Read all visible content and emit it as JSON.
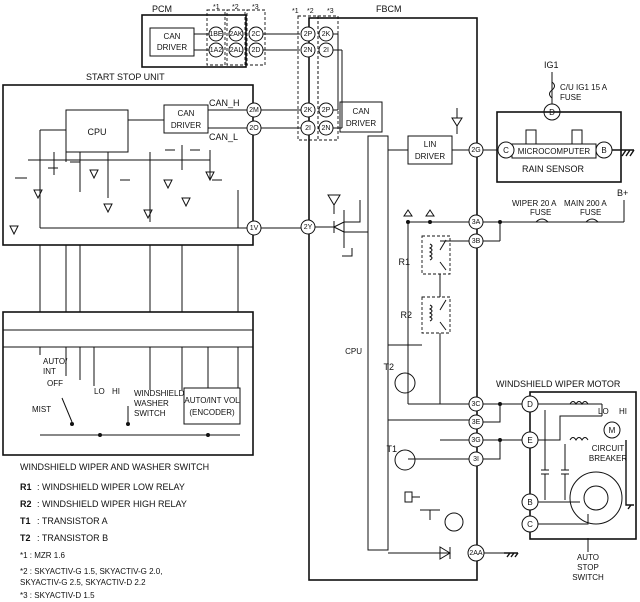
{
  "modules": {
    "pcm": "PCM",
    "fbcm": "FBCM",
    "start_stop_unit": "START STOP UNIT",
    "wiper_washer_switch": "WINDSHIELD WIPER AND WASHER SWITCH",
    "wiper_motor": "WINDSHIELD WIPER MOTOR",
    "rain_sensor": "RAIN SENSOR",
    "microcomputer": "MICROCOMPUTER"
  },
  "blocks": {
    "can_driver": [
      "CAN",
      "DRIVER"
    ],
    "lin_driver": [
      "LIN",
      "DRIVER"
    ],
    "cpu": "CPU",
    "encoder": [
      "AUTO/INT VOL",
      "(ENCODER)"
    ],
    "washer_switch": [
      "WINDSHIELD",
      "WASHER",
      "SWITCH"
    ],
    "circuit_breaker": [
      "CIRCUIT",
      "BREAKER"
    ],
    "auto_stop_switch": [
      "AUTO",
      "STOP",
      "SWITCH"
    ]
  },
  "signals": {
    "can_h": "CAN_H",
    "can_l": "CAN_L"
  },
  "power": {
    "ig1": "IG1",
    "ig1_fuse": [
      "C/U IG1 15 A",
      "FUSE"
    ],
    "b_plus": "B+",
    "wiper_fuse": [
      "WIPER 20 A",
      "FUSE"
    ],
    "main_fuse": [
      "MAIN 200 A",
      "FUSE"
    ]
  },
  "switch_positions": {
    "auto_int": [
      "AUTO/",
      "INT"
    ],
    "off": "OFF",
    "lo": "LO",
    "hi": "HI",
    "mist": "MIST"
  },
  "motor_labels": {
    "lo": "LO",
    "hi": "HI",
    "m": "M"
  },
  "markers": {
    "star1": "*1",
    "star2": "*2",
    "star3": "*3"
  },
  "pins": {
    "pcm_left": [
      "1BE",
      "1A2"
    ],
    "pcm_right": [
      "2AK",
      "2AL"
    ],
    "pcm_out": [
      "2C",
      "2D"
    ],
    "fbcm_top": [
      "2P",
      "2K",
      "2N",
      "2I"
    ],
    "fbcm_mid": [
      "2K",
      "2P",
      "2I",
      "2N"
    ],
    "ssu_can": [
      "2M",
      "2O"
    ],
    "ssu_1v": "1V",
    "fbcm_2y": "2Y",
    "fbcm_2g": "2G",
    "fbcm_3a": "3A",
    "fbcm_3b": "3B",
    "fbcm_3c": "3C",
    "fbcm_3e": "3E",
    "fbcm_3g": "3G",
    "fbcm_3i": "3I",
    "fbcm_2aa": "2AA",
    "rain_c": "C",
    "rain_d": "D",
    "rain_b": "B",
    "motor_d": "D",
    "motor_e": "E",
    "motor_b": "B",
    "motor_c": "C"
  },
  "components": {
    "r1": "R1",
    "r2": "R2",
    "t1": "T1",
    "t2": "T2"
  },
  "legend": [
    {
      "key": "R1",
      "text": ": WINDSHIELD WIPER LOW RELAY"
    },
    {
      "key": "R2",
      "text": ": WINDSHIELD WIPER HIGH RELAY"
    },
    {
      "key": "T1",
      "text": ": TRANSISTOR A"
    },
    {
      "key": "T2",
      "text": ": TRANSISTOR B"
    }
  ],
  "footnotes": [
    "*1 : MZR 1.6",
    "*2 : SKYACTIV-G 1.5, SKYACTIV-G 2.0,",
    "SKYACTIV-G 2.5, SKYACTIV-D 2.2",
    "*3 : SKYACTIV-D 1.5"
  ]
}
